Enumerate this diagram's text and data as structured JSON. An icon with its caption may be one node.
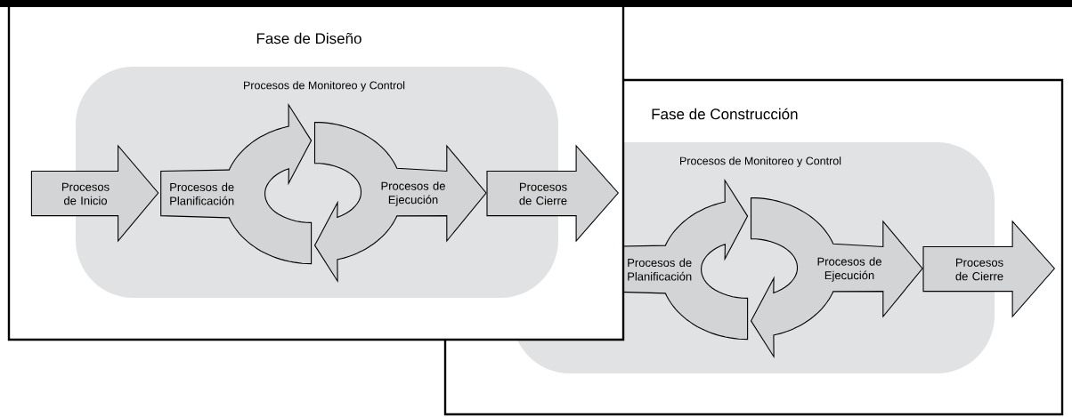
{
  "diagram": {
    "nodes": [
      {
        "text": [
          "Fase de Diseño"
        ]
      },
      {
        "text": [
          "Procesos de Monitoreo y Control"
        ],
        "in": 0
      },
      {
        "text": [
          "Procesos de Inicio"
        ],
        "in": 0
      },
      {
        "text": [
          "Procesos de Planificación"
        ],
        "in": 1
      },
      {
        "text": [
          "Procesos de Ejecución"
        ],
        "in": 1
      },
      {
        "text": [
          "Procesos de Cierre"
        ]
      },
      {
        "text": [
          "Fase de Construcción"
        ]
      },
      {
        "text": [
          "Procesos de Monitoreo y Control"
        ],
        "in": 6
      },
      {
        "text": [
          "Procesos de Planificación"
        ],
        "in": 7
      },
      {
        "text": [
          "Procesos de Ejecución"
        ],
        "in": 7
      },
      {
        "text": [
          "Procesos de Cierre"
        ],
        "in": 6
      }
    ]
  }
}
